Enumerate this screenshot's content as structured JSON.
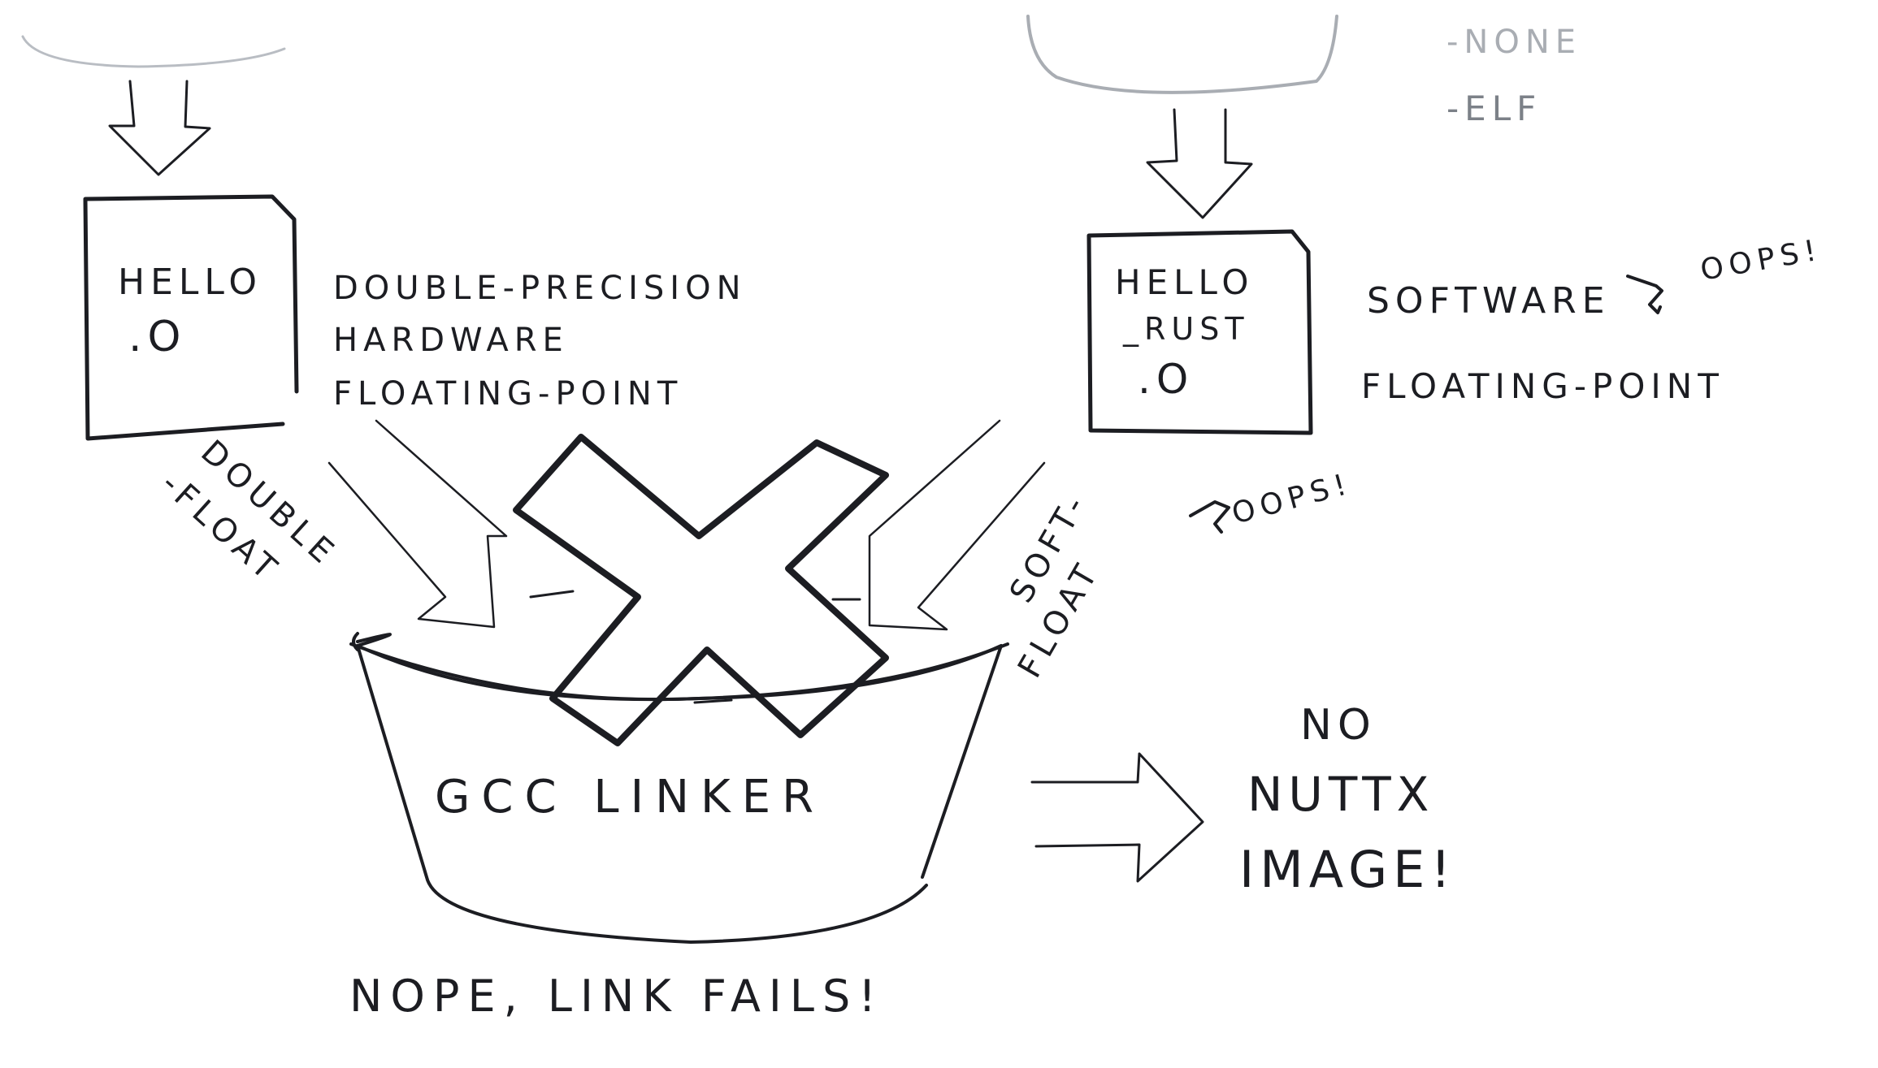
{
  "top_faded": {
    "left_text": "-NONE",
    "right_text": "-ELF"
  },
  "left_object": {
    "line1": "HELLO",
    "line2": ".O"
  },
  "left_desc": {
    "line1": "DOUBLE-PRECISION",
    "line2": "HARDWARE",
    "line3": "FLOATING-POINT"
  },
  "left_abi": {
    "line1": "DOUBLE",
    "line2": "-FLOAT"
  },
  "right_object": {
    "line1": "HELLO",
    "line2": "_RUST",
    "line3": ".O"
  },
  "right_desc": {
    "line1": "SOFTWARE",
    "line2": "FLOATING-POINT",
    "oops": "OOPS!"
  },
  "right_abi": {
    "line1": "SOFT-",
    "line2": "FLOAT",
    "oops": "OOPS!"
  },
  "linker": {
    "label": "GCC LINKER",
    "caption": "NOPE, LINK FAILS!"
  },
  "result": {
    "line1": "NO",
    "line2": "NUTTX",
    "line3": "IMAGE!"
  },
  "colors": {
    "ink": "#1c1d22",
    "faded": "#a9adb3",
    "background": "#ffffff"
  }
}
